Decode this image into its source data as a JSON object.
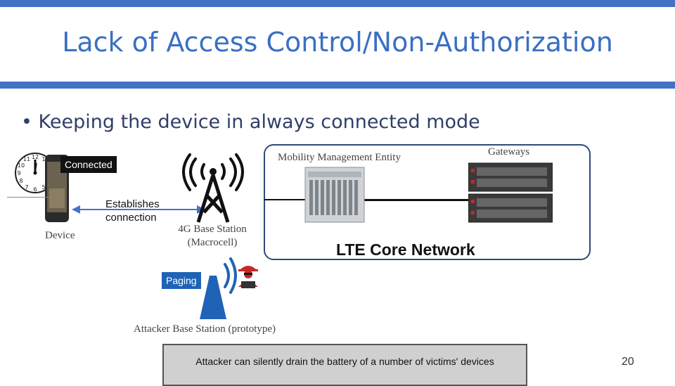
{
  "slide": {
    "title": "Lack of Access Control/Non-Authorization",
    "bullet": "Keeping the device in always connected mode",
    "page_number": "20"
  },
  "labels": {
    "connected": "Connected",
    "establishes": "Establishes\nconnection",
    "device": "Device",
    "base_station": "4G Base Station\n(Macrocell)",
    "mme": "Mobility Management Entity",
    "gateways": "Gateways",
    "core_network": "LTE Core Network",
    "paging": "Paging",
    "attacker_station": "Attacker Base Station (prototype)",
    "note": "Attacker can silently drain the battery of a number of victims' devices"
  },
  "colors": {
    "accent_bar": "#4472c4",
    "title": "#3a6fc4",
    "paging_bg": "#1f63b6"
  }
}
